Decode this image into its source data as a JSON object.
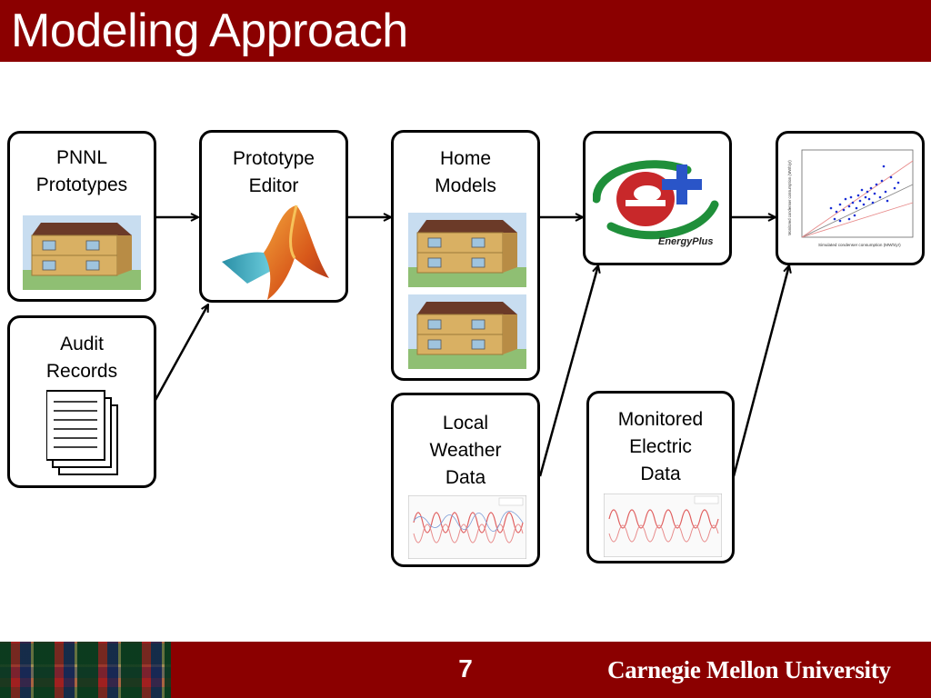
{
  "slide": {
    "title": "Modeling Approach",
    "page_number": "7",
    "footer_brand": "Carnegie Mellon University"
  },
  "nodes": {
    "pnnl": {
      "label": "PNNL\nPrototypes"
    },
    "audit": {
      "label": "Audit\nRecords"
    },
    "editor": {
      "label": "Prototype\nEditor"
    },
    "home": {
      "label": "Home\nModels"
    },
    "weather": {
      "label": "Local\nWeather\nData"
    },
    "energyplus": {
      "brand": "EnergyPlus"
    },
    "monitored": {
      "label": "Monitored\nElectric\nData"
    },
    "results": {
      "ylabel": "Monitored condenser consumption (MWh/yr)",
      "xlabel": "Simulated condenser consumption (MWh/yr)"
    }
  },
  "colors": {
    "header": "#8b0000",
    "house_wall": "#d9b063",
    "house_roof": "#6b3a28",
    "scatter_point": "#1a2fd6",
    "weather_line": "#e06060"
  }
}
